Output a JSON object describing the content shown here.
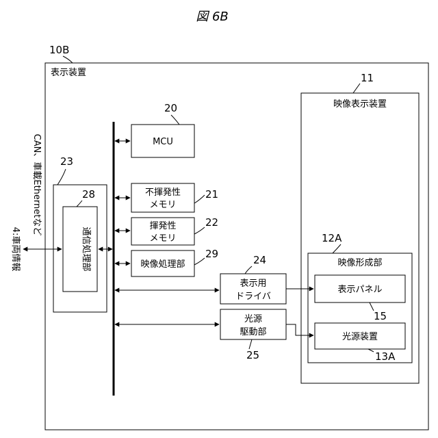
{
  "figure": {
    "title": "図 6B"
  },
  "device": {
    "ref": "10B",
    "label": "表示装置"
  },
  "mcu": {
    "ref": "20",
    "label": "MCU"
  },
  "nonvolatile_memory": {
    "ref": "21",
    "line1": "不揮発性",
    "line2": "メモリ"
  },
  "volatile_memory": {
    "ref": "22",
    "line1": "揮発性",
    "line2": "メモリ"
  },
  "video_processor": {
    "ref": "29",
    "label": "映像処理部"
  },
  "comm_unit": {
    "ref": "23"
  },
  "comm_processor": {
    "ref": "28",
    "label": "通信処理部"
  },
  "display_driver": {
    "ref": "24",
    "line1": "表示用",
    "line2": "ドライバ"
  },
  "light_driver": {
    "ref": "25",
    "line1": "光源",
    "line2": "駆動部"
  },
  "video_display": {
    "ref": "11",
    "label": "映像表示装置"
  },
  "image_forming": {
    "ref": "12A",
    "label": "映像形成部"
  },
  "display_panel": {
    "ref": "15",
    "label": "表示パネル"
  },
  "light_source": {
    "ref": "13A",
    "label": "光源装置"
  },
  "external": {
    "line1": "4:車両情報",
    "line2": "CAN、車載Ethernetなど"
  }
}
